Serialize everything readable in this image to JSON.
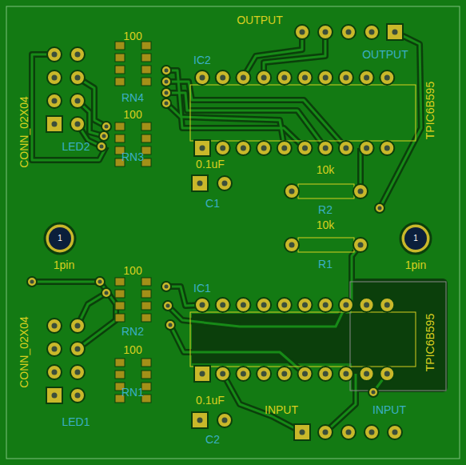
{
  "diagram": {
    "labels": [
      "OUTPUT",
      "OUTPUT",
      "100",
      "RN4",
      "IC2",
      "TPIC6B595",
      "CONN_02X04",
      "LED2",
      "100",
      "RN3",
      "0.1uF",
      "C1",
      "10k",
      "R2",
      "1",
      "1pin",
      "10k",
      "R1",
      "1",
      "1pin",
      "100",
      "IC1",
      "TPIC6B595",
      "RN2",
      "CONN_02X04",
      "100",
      "LED1",
      "RN1",
      "0.1uF",
      "INPUT",
      "INPUT",
      "C2"
    ]
  }
}
